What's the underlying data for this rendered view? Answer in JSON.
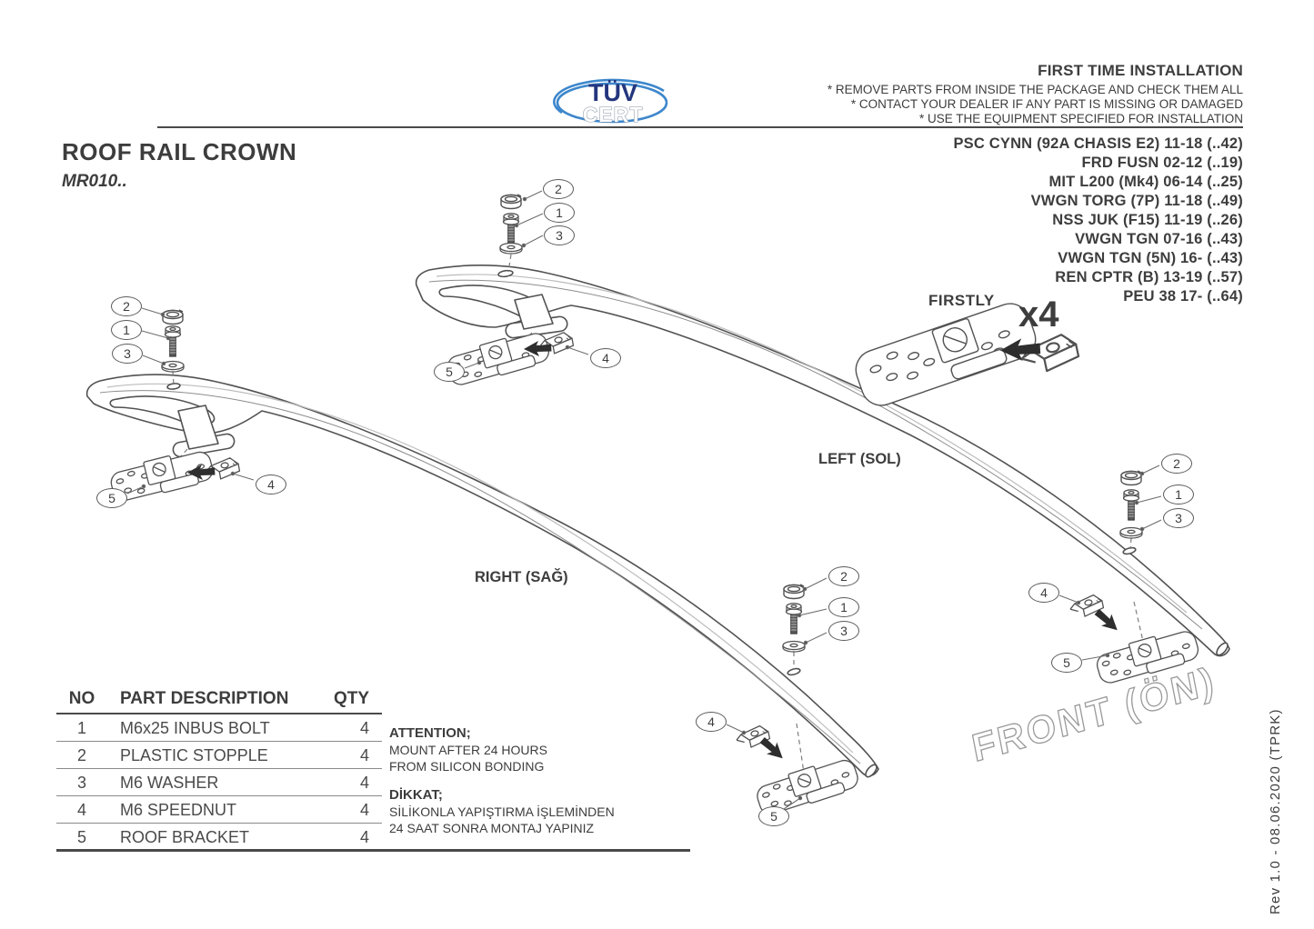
{
  "logo": {
    "top": "TÜV",
    "bottom": "CERT",
    "navy": "#24367e",
    "blue": "#3d87cc"
  },
  "header": {
    "title": "FIRST TIME INSTALLATION",
    "notes": [
      "* REMOVE PARTS FROM INSIDE THE PACKAGE AND CHECK THEM ALL",
      "* CONTACT YOUR DEALER IF ANY PART IS MISSING OR DAMAGED",
      "* USE THE EQUIPMENT SPECIFIED FOR INSTALLATION"
    ]
  },
  "product": {
    "title": "ROOF RAIL CROWN",
    "code": "MR010.."
  },
  "vehicles": [
    "PSC CYNN (92A CHASIS E2) 11-18 (..42)",
    "FRD FUSN 02-12 (..19)",
    "MIT L200 (Mk4) 06-14 (..25)",
    "VWGN TORG (7P) 11-18 (..49)",
    "NSS JUK (F15) 11-19 (..26)",
    "VWGN TGN 07-16 (..43)",
    "VWGN TGN (5N) 16- (..43)",
    "REN CPTR (B) 13-19 (..57)",
    "PEU 38 17- (..64)"
  ],
  "diagram": {
    "firstly_label": "FIRSTLY",
    "multiplier": "x4",
    "left_label": "LEFT (SOL)",
    "right_label": "RIGHT (SAĞ)",
    "front_label": "FRONT (ÖN)",
    "callouts": [
      {
        "num": "2"
      },
      {
        "num": "1"
      },
      {
        "num": "3"
      },
      {
        "num": "5"
      },
      {
        "num": "4"
      },
      {
        "num": "2"
      },
      {
        "num": "1"
      },
      {
        "num": "3"
      },
      {
        "num": "5"
      },
      {
        "num": "4"
      },
      {
        "num": "2"
      },
      {
        "num": "1"
      },
      {
        "num": "3"
      },
      {
        "num": "4"
      },
      {
        "num": "5"
      },
      {
        "num": "2"
      },
      {
        "num": "1"
      },
      {
        "num": "3"
      },
      {
        "num": "4"
      },
      {
        "num": "5"
      }
    ]
  },
  "table": {
    "headers": {
      "no": "NO",
      "desc": "PART DESCRIPTION",
      "qty": "QTY"
    },
    "rows": [
      {
        "no": "1",
        "desc": "M6x25 INBUS BOLT",
        "qty": "4"
      },
      {
        "no": "2",
        "desc": "PLASTIC STOPPLE",
        "qty": "4"
      },
      {
        "no": "3",
        "desc": "M6 WASHER",
        "qty": "4"
      },
      {
        "no": "4",
        "desc": "M6 SPEEDNUT",
        "qty": "4"
      },
      {
        "no": "5",
        "desc": "ROOF BRACKET",
        "qty": "4"
      }
    ]
  },
  "attention": {
    "en_title": "ATTENTION;",
    "en_line1": "MOUNT AFTER 24 HOURS",
    "en_line2": "FROM SILICON BONDING",
    "tr_title": "DİKKAT;",
    "tr_line1": "SİLİKONLA YAPIŞTIRMA İŞLEMİNDEN",
    "tr_line2": "24 SAAT SONRA MONTAJ YAPINIZ"
  },
  "footer": {
    "revision": "Rev 1.0 - 08.06.2020 (TPRK)"
  }
}
